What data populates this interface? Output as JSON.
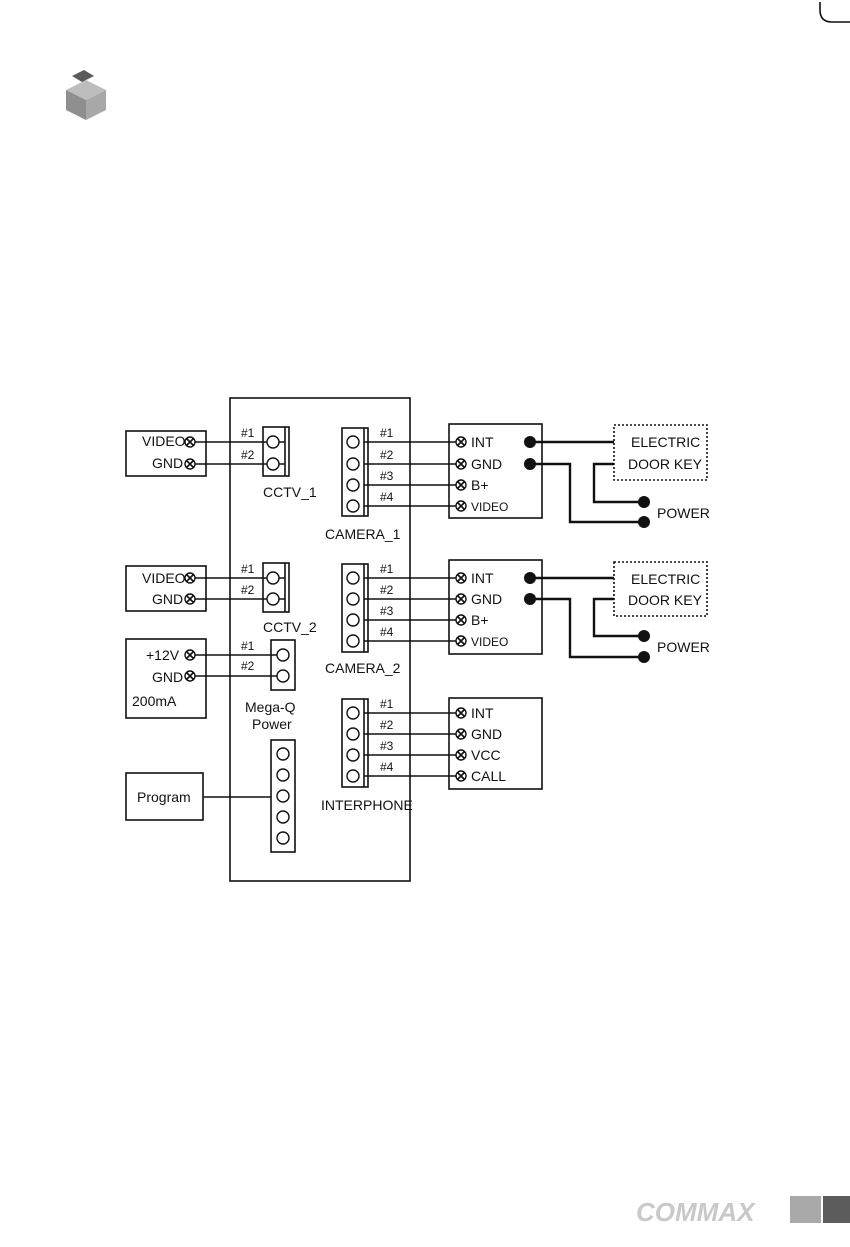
{
  "brand": {
    "name": "COMMAX"
  },
  "devices": {
    "cctv1_source": {
      "lines": [
        "VIDEO",
        "GND"
      ]
    },
    "cctv2_source": {
      "lines": [
        "VIDEO",
        "GND"
      ]
    },
    "power_source": {
      "lines": [
        "+12V",
        "GND"
      ],
      "rating": "200mA"
    },
    "program": {
      "label": "Program"
    }
  },
  "connectors": {
    "cctv1": {
      "label": "CCTV_1",
      "pins": [
        "#1",
        "#2"
      ]
    },
    "cctv2": {
      "label": "CCTV_2",
      "pins": [
        "#1",
        "#2"
      ]
    },
    "megaq": {
      "label_line1": "Mega-Q",
      "label_line2": "Power",
      "pins": [
        "#1",
        "#2"
      ]
    },
    "camera1": {
      "label": "CAMERA_1",
      "pins": [
        "#1",
        "#2",
        "#3",
        "#4"
      ]
    },
    "camera2": {
      "label": "CAMERA_2",
      "pins": [
        "#1",
        "#2",
        "#3",
        "#4"
      ]
    },
    "interphone": {
      "label": "INTERPHONE",
      "pins": [
        "#1",
        "#2",
        "#3",
        "#4"
      ]
    }
  },
  "terminals": {
    "camera1": [
      "INT",
      "GND",
      "B+",
      "VIDEO"
    ],
    "camera2": [
      "INT",
      "GND",
      "B+",
      "VIDEO"
    ],
    "interphone": [
      "INT",
      "GND",
      "VCC",
      "CALL"
    ]
  },
  "door_key": {
    "line1": "ELECTRIC",
    "line2": "DOOR KEY"
  },
  "power_label": "POWER"
}
